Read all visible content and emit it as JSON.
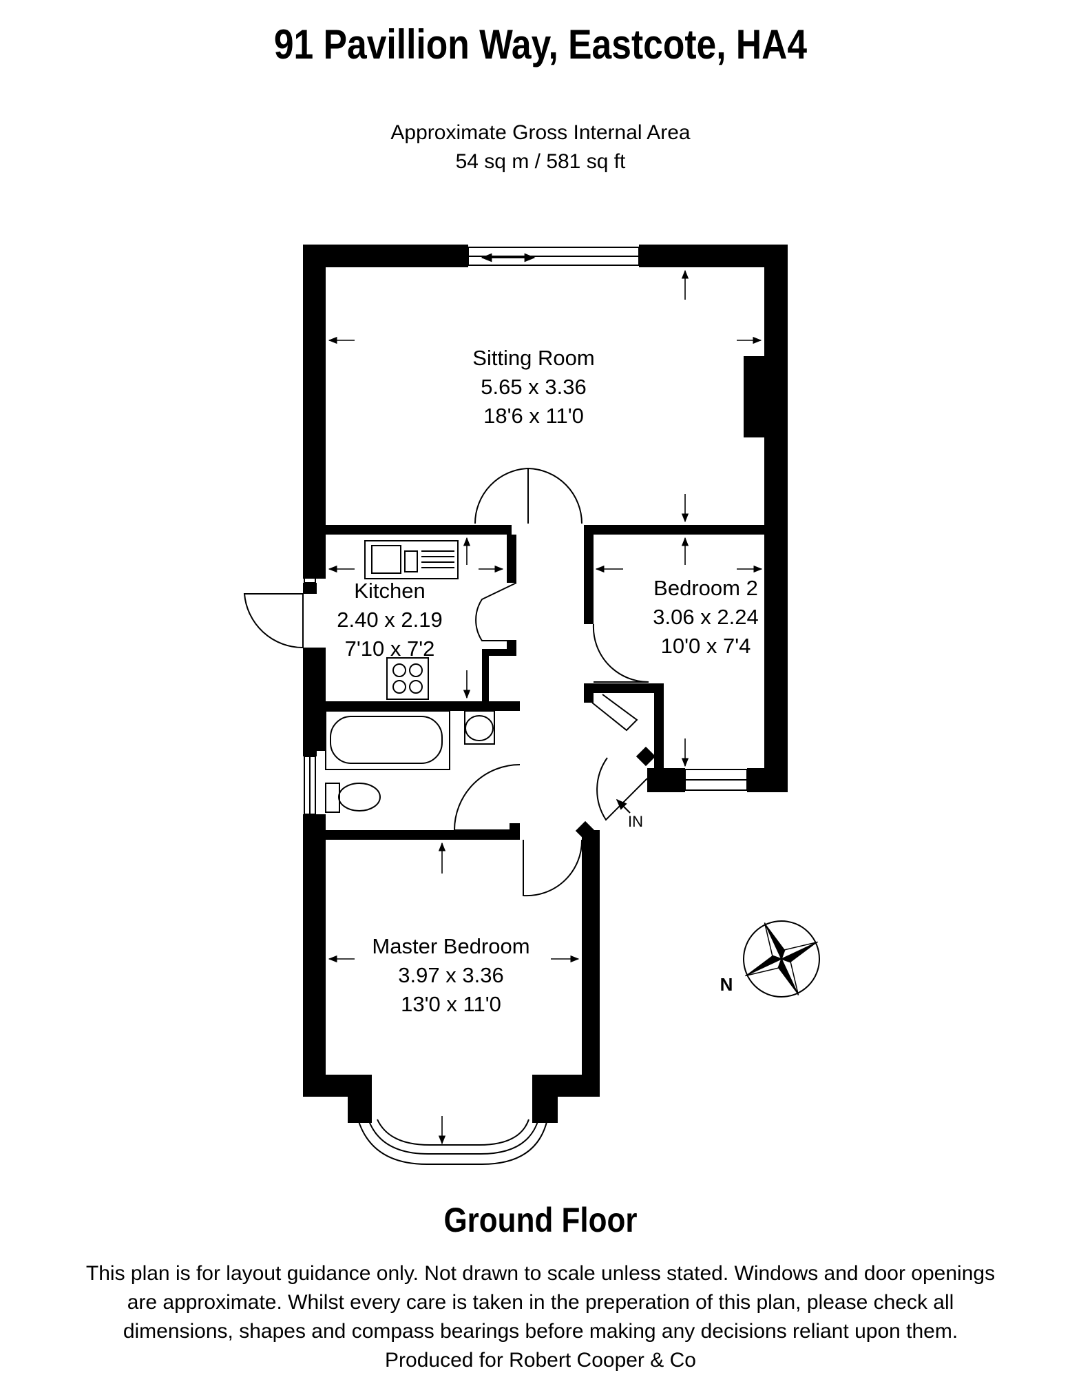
{
  "header": {
    "title": "91 Pavillion Way, Eastcote, HA4",
    "area_line1": "Approximate Gross Internal Area",
    "area_line2": "54 sq m / 581 sq ft"
  },
  "rooms": [
    {
      "name": "Sitting Room",
      "metric": "5.65 x 3.36",
      "imperial": "18'6 x 11'0"
    },
    {
      "name": "Kitchen",
      "metric": "2.40 x 2.19",
      "imperial": "7'10 x 7'2"
    },
    {
      "name": "Bedroom 2",
      "metric": "3.06 x 2.24",
      "imperial": "10'0 x 7'4"
    },
    {
      "name": "Master Bedroom",
      "metric": "3.97 x 3.36",
      "imperial": "13'0 x 11'0"
    }
  ],
  "entrance_label": "IN",
  "compass_label": "N",
  "floor_label": "Ground Floor",
  "disclaimer": {
    "line1": "This plan is for layout guidance only. Not drawn to scale unless stated. Windows and door openings",
    "line2": "are approximate. Whilst every care is taken in the preperation of this plan, please check all",
    "line3": "dimensions, shapes and compass bearings before making any decisions reliant upon them.",
    "line4": "Produced for Robert Cooper & Co"
  }
}
